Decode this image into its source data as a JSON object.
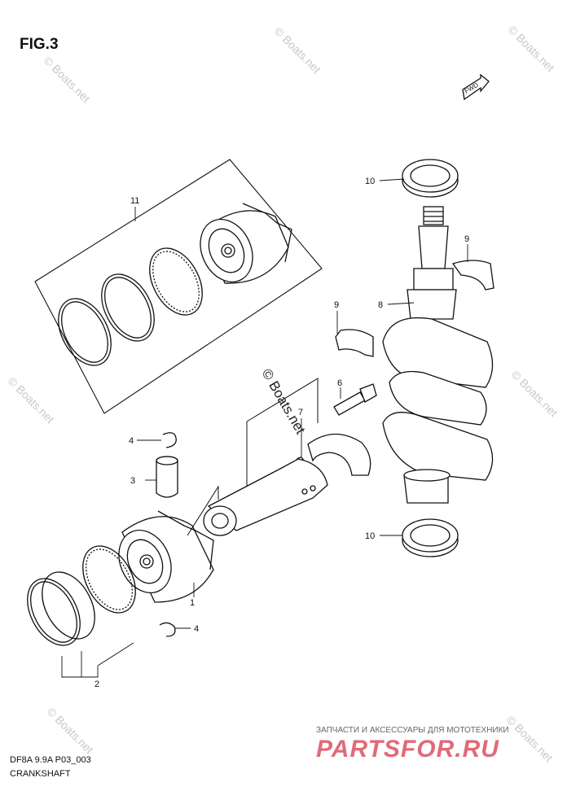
{
  "figure": {
    "title": "FIG.3",
    "code": "DF8A 9.9A P03_003",
    "name": "CRANKSHAFT",
    "fwd_label": "FWD"
  },
  "watermarks": {
    "boats": "© Boats.net",
    "parts_top": "ЗАПЧАСТИ И АКСЕССУАРЫ ДЛЯ МОТОТЕХНИКИ",
    "parts_big": "PARTSFOR.RU"
  },
  "callouts": {
    "c1": "1",
    "c2": "2",
    "c3": "3",
    "c4a": "4",
    "c4b": "4",
    "c6": "6",
    "c7": "7",
    "c8": "8",
    "c9a": "9",
    "c9b": "9",
    "c10a": "10",
    "c10b": "10",
    "c11": "11"
  }
}
